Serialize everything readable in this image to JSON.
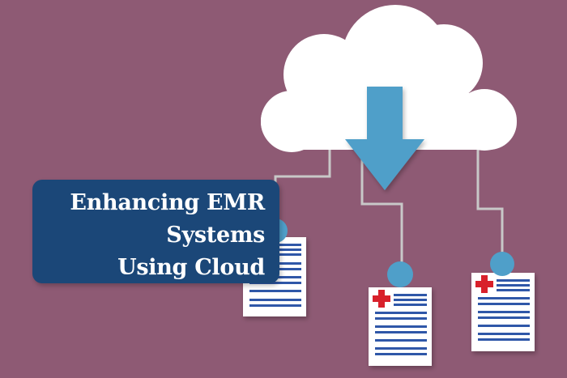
{
  "colors": {
    "background": "#8e5a74",
    "title_box": "#1b4778",
    "title_text": "#ffffff",
    "cloud": "#ffffff",
    "arrow": "#4f9fc9",
    "connector_line": "#c8c8c8",
    "node_dot": "#4f9fc9",
    "document_line": "#2f57a8",
    "medical_cross": "#d8212b"
  },
  "title": {
    "line1": "Enhancing EMR",
    "line2": "Systems",
    "line3": "Using Cloud"
  },
  "icons": {
    "cloud": "cloud-icon",
    "arrow": "download-arrow-icon",
    "document": "medical-record-icon",
    "cross": "medical-cross-icon"
  },
  "documents_count": 3
}
